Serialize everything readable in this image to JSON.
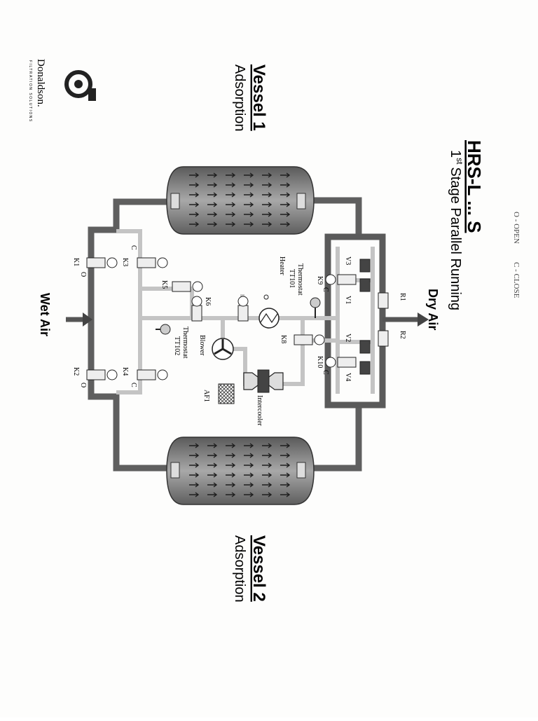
{
  "header": {
    "title": "HRS-L ... S",
    "subtitle_num": "1",
    "subtitle_sup": "st",
    "subtitle_rest": "Stage Parallel Running"
  },
  "legend_note": {
    "open": "O - OPEN",
    "close": "C - CLOSE"
  },
  "brand": {
    "name": "Donaldson.",
    "tagline": "FILTRATION SOLUTIONS"
  },
  "vessels": {
    "v1": {
      "title": "Vessel 1",
      "mode": "Adsorption"
    },
    "v2": {
      "title": "Vessel 2",
      "mode": "Adsorption"
    }
  },
  "flows": {
    "dry_air": "Dry Air",
    "wet_air": "Wet Air"
  },
  "valves": {
    "k1": "K1",
    "k2": "K2",
    "k3": "K3",
    "k4": "K4",
    "k5": "K5",
    "k6": "K6",
    "k8": "K8",
    "k9": "K9",
    "k10": "K10",
    "v1": "V1",
    "v2": "V2",
    "v3": "V3",
    "v4": "V4",
    "r1": "R1",
    "r2": "R2",
    "state_k1": "O",
    "state_k2": "O",
    "state_k3": "C",
    "state_k4": "C",
    "state_k9": "C",
    "state_k10": "C"
  },
  "components": {
    "heater": "Heater",
    "thermostat_label": "Thermostat",
    "tt101": "TT101",
    "tt102": "TT102",
    "blower": "Blower",
    "af1": "AF1",
    "intercooler": "Intercooler"
  },
  "colors": {
    "pipe": "#6b6b6b",
    "pipe_light": "#bdbdbd",
    "vessel_fill": "#8a8a8a",
    "ink": "#1a1a1a"
  }
}
